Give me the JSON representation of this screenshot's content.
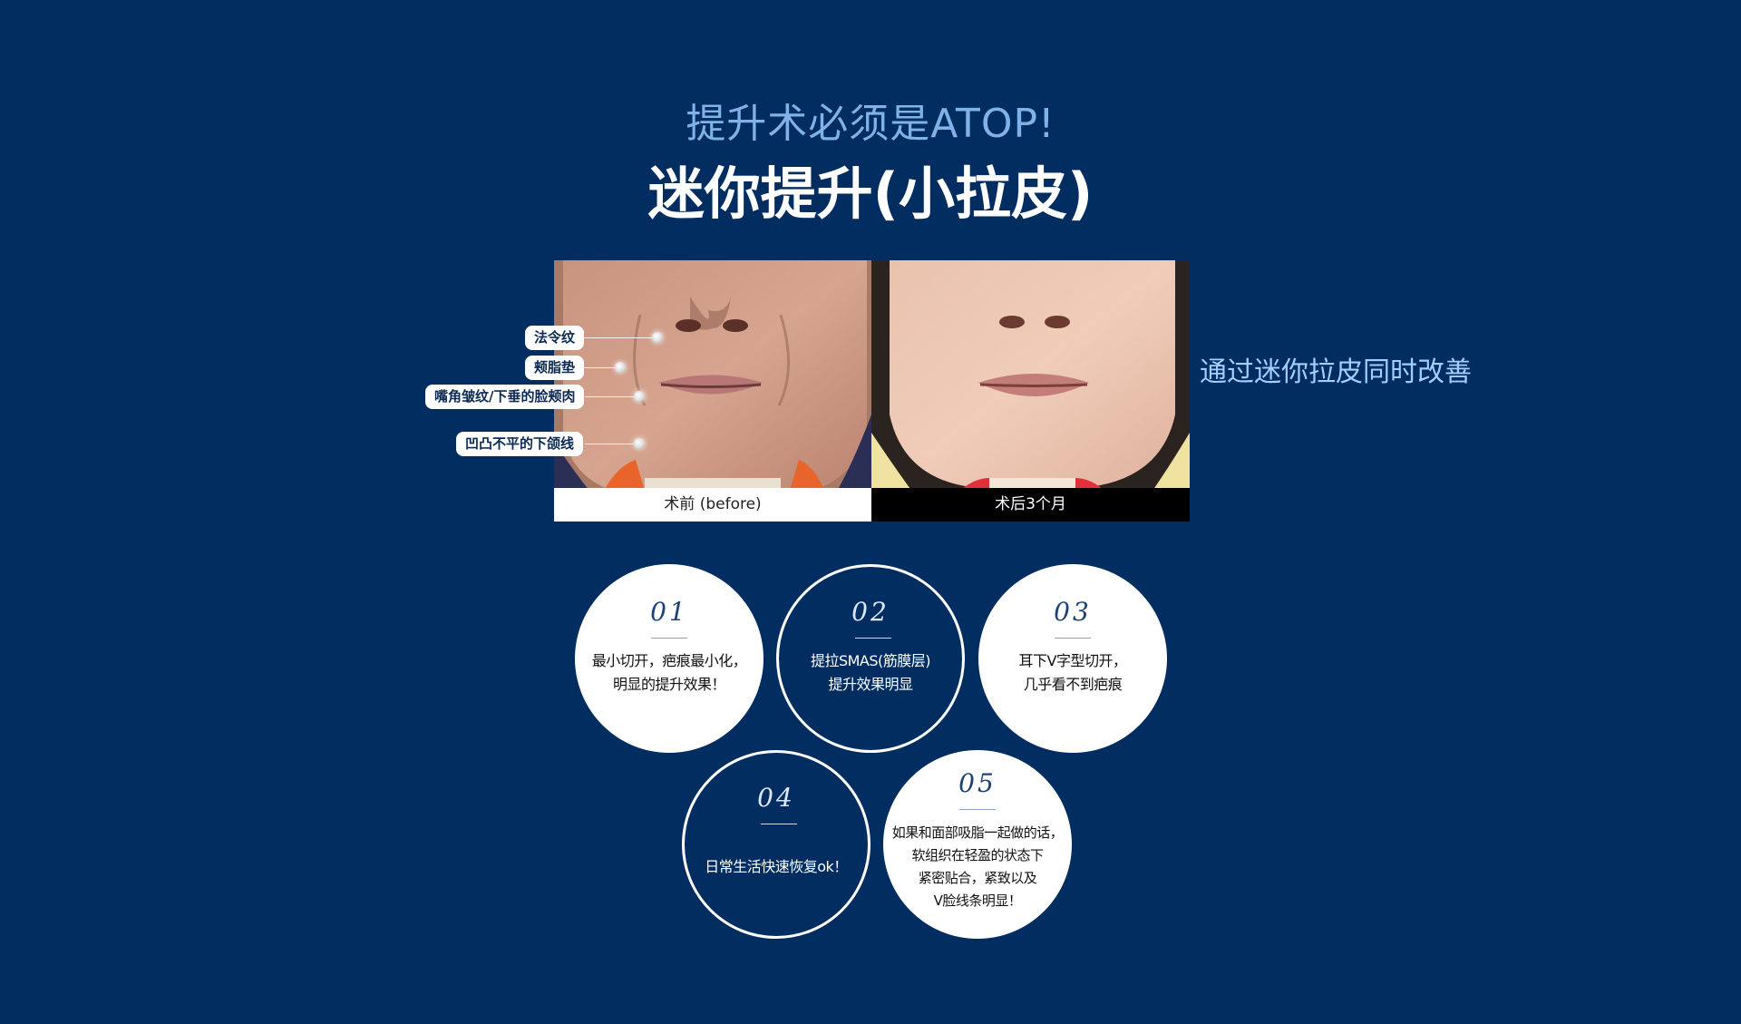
{
  "header": {
    "subtitle": "提升术必须是ATOP!",
    "title": "迷你提升(小拉皮)"
  },
  "comparison": {
    "before_caption": "术前 (before)",
    "after_caption": "术后3个月",
    "improve_text": "通过迷你拉皮同时改善",
    "tags": [
      "法令纹",
      "颊脂垫",
      "嘴角皱纹/下垂的脸颊肉",
      "凹凸不平的下颌线"
    ]
  },
  "features": [
    {
      "num": "01",
      "text": "最小切开，疤痕最小化，\n明显的提升效果！"
    },
    {
      "num": "02",
      "text": "提拉SMAS(筋膜层)\n提升效果明显"
    },
    {
      "num": "03",
      "text": "耳下V字型切开，\n几乎看不到疤痕"
    },
    {
      "num": "04",
      "text": "日常生活快速恢复ok！"
    },
    {
      "num": "05",
      "text": "如果和面部吸脂一起做的话，\n软组织在轻盈的状态下\n紧密贴合，紧致以及\nV脸线条明显！"
    }
  ]
}
